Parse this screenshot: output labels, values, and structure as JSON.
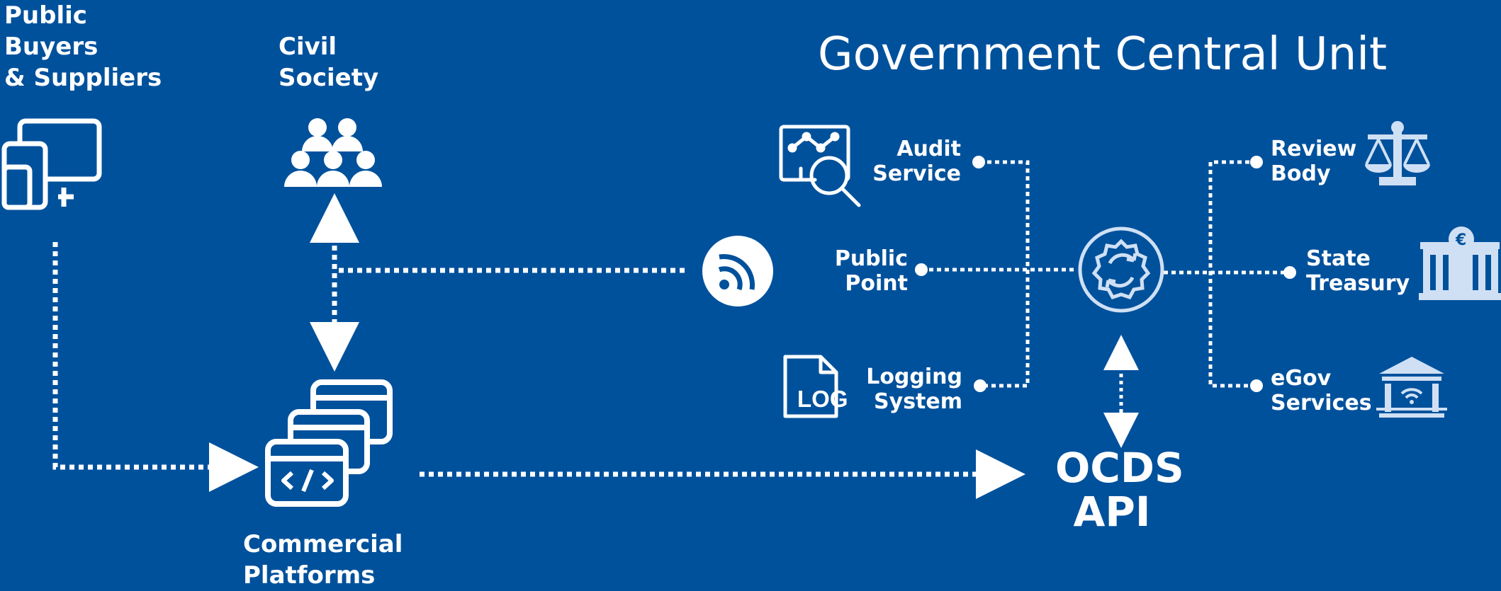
{
  "title": "Government Central Unit",
  "actors": {
    "public_buyers": "Public\nBuyers\n& Suppliers",
    "civil_society": "Civil\nSociety",
    "commercial_platforms": "Commercial\nPlatforms"
  },
  "left_services": {
    "audit": "Audit\nService",
    "public_point": "Public\nPoint",
    "logging": "Logging\nSystem"
  },
  "right_services": {
    "review": "Review\nBody",
    "treasury": "State\nTreasury",
    "egov": "eGov\nServices"
  },
  "api": "OCDS\nAPI",
  "log_icon_text": "LOG",
  "colors": {
    "background": "#00519c",
    "foreground": "#ffffff",
    "icon_light": "#cfe0f4"
  }
}
